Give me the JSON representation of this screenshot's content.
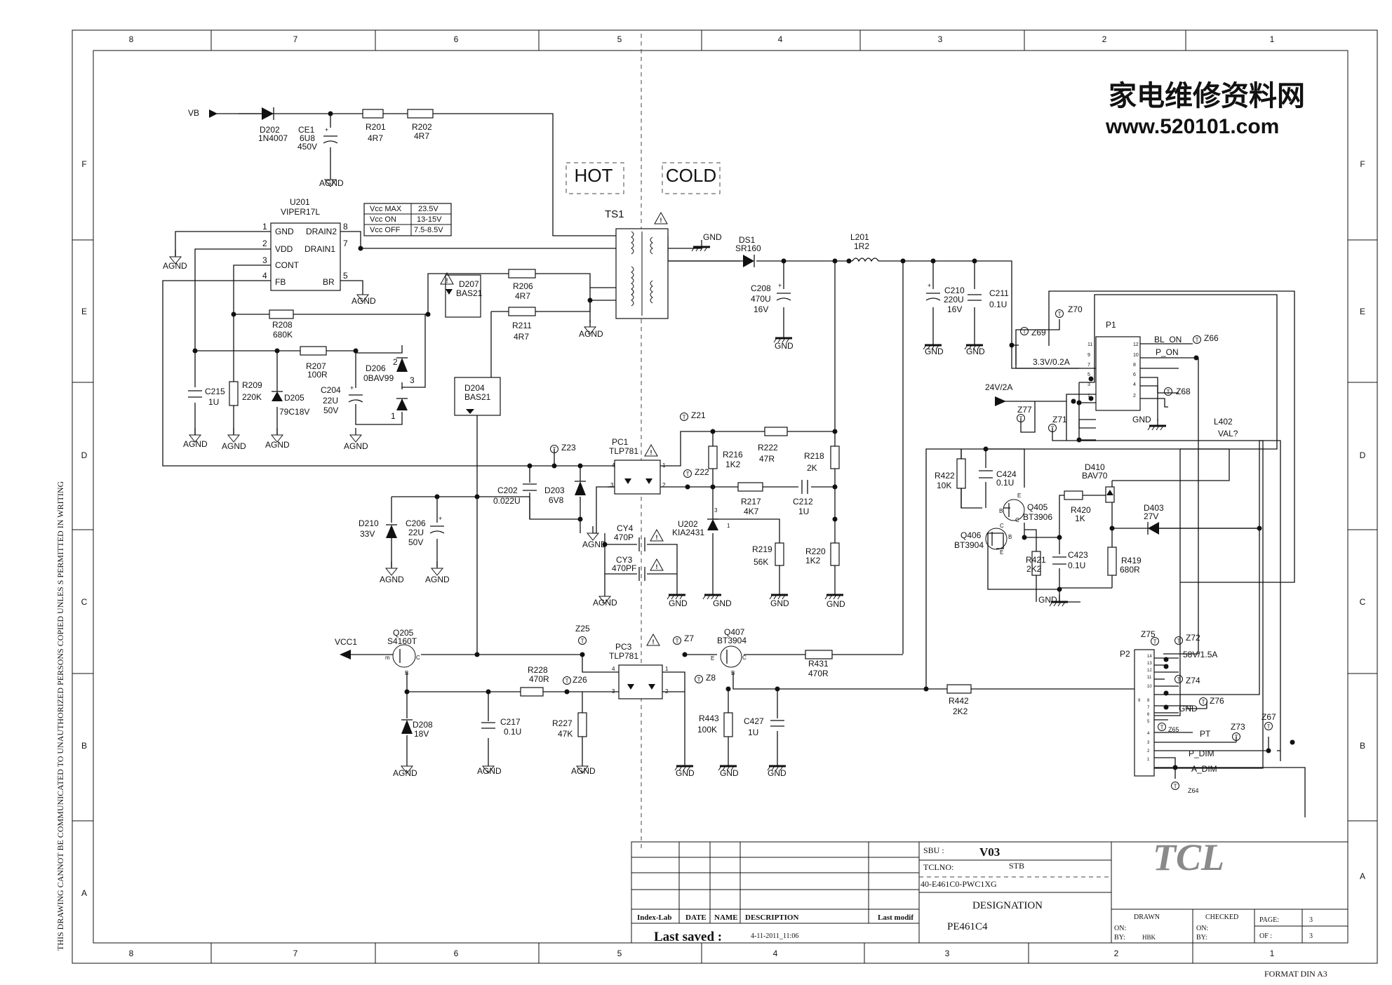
{
  "watermark": {
    "line1": "家电维修资料网",
    "line2": "www.520101.com"
  },
  "side_note": "THIS DRAWING CANNOT BE COMMUNICATED TO UNAUTHORIZED PERSONS COPIED UNLES S PERMITTED IN WRITING",
  "grid": {
    "columns": [
      "8",
      "7",
      "6",
      "5",
      "4",
      "3",
      "2",
      "1"
    ],
    "rows": [
      "F",
      "E",
      "D",
      "C",
      "B",
      "A"
    ]
  },
  "regions": {
    "hot": "HOT",
    "cold": "COLD"
  },
  "vcc_table": [
    {
      "label": "Vcc MAX",
      "value": "23.5V"
    },
    {
      "label": "Vcc  ON",
      "value": "13-15V"
    },
    {
      "label": "Vcc OFF",
      "value": "7.5-8.5V"
    }
  ],
  "ic": {
    "ref": "U201",
    "part": "VIPER17L",
    "pins_left": [
      {
        "num": "1",
        "name": "GND"
      },
      {
        "num": "2",
        "name": "VDD"
      },
      {
        "num": "3",
        "name": "CONT"
      },
      {
        "num": "4",
        "name": "FB"
      }
    ],
    "pins_right": [
      {
        "num": "8",
        "name": "DRAIN2"
      },
      {
        "num": "7",
        "name": "DRAIN1"
      },
      {
        "num": "5",
        "name": "BR"
      }
    ]
  },
  "labels": {
    "vb": "VB",
    "vcc1": "VCC1",
    "ts1": "TS1",
    "gnd": "GND",
    "agnd": "AGND",
    "d202": "D202",
    "d202v": "1N4007",
    "ce1": "CE1",
    "ce1a": "6U8",
    "ce1b": "450V",
    "r201": "R201",
    "r201v": "4R7",
    "r202": "R202",
    "r202v": "4R7",
    "ds1": "DS1",
    "ds1v": "SR160",
    "l201": "L201",
    "l201v": "1R2",
    "c208": "C208",
    "c208a": "470U",
    "c208b": "16V",
    "c210": "C210",
    "c210a": "220U",
    "c210b": "16V",
    "c211": "C211",
    "c211v": "0.1U",
    "d207": "D207",
    "d207v": "BAS21",
    "r206": "R206",
    "r206v": "4R7",
    "r211": "R211",
    "r211v": "4R7",
    "r208": "R208",
    "r208v": "680K",
    "r207": "R207",
    "r207v": "100R",
    "d206": "D206",
    "d206v": "0BAV99",
    "p2": "2",
    "p3": "3",
    "p1": "1",
    "c215": "C215",
    "c215v": "1U",
    "r209": "R209",
    "r209v": "220K",
    "d205": "D205",
    "d205v": "79C18V",
    "c204": "C204",
    "c204a": "22U",
    "c204b": "50V",
    "d204": "D204",
    "d204v": "BAS21",
    "z21": "Z21",
    "z22": "Z22",
    "z23": "Z23",
    "pc1": "PC1",
    "pc1v": "TLP781",
    "r216": "R216",
    "r216v": "1K2",
    "r222": "R222",
    "r222v": "47R",
    "r218": "R218",
    "r218v": "2K",
    "r217": "R217",
    "r217v": "4K7",
    "c212": "C212",
    "c212v": "1U",
    "c202": "C202",
    "c202v": "0.022U",
    "d203": "D203",
    "d203v": "6V8",
    "d210": "D210",
    "d210v": "33V",
    "c206": "C206",
    "c206a": "22U",
    "c206b": "50V",
    "u202": "U202",
    "u202v": "KIA2431",
    "r219": "R219",
    "r219v": "56K",
    "r220": "R220",
    "r220v": "1K2",
    "cy4": "CY4",
    "cy4v": "470P",
    "cy3": "CY3",
    "cy3v": "470PF",
    "q205": "Q205",
    "q205v": "S4160T",
    "z25": "Z25",
    "z26": "Z26",
    "z7": "Z7",
    "z8": "Z8",
    "pc3": "PC3",
    "pc3v": "TLP781",
    "q407": "Q407",
    "q407v": "BT3904",
    "r431": "R431",
    "r431v": "470R",
    "r228": "R228",
    "r228v": "470R",
    "d208": "D208",
    "d208v": "18V",
    "c217": "C217",
    "c217v": "0.1U",
    "r227": "R227",
    "r227v": "47K",
    "r443": "R443",
    "r443v": "100K",
    "c427": "C427",
    "c427v": "1U",
    "r442": "R442",
    "r442v": "2K2",
    "p1c": "P1",
    "z69": "Z69",
    "z70": "Z70",
    "z66": "Z66",
    "z68": "Z68",
    "z77": "Z77",
    "z71": "Z71",
    "bl_on": "BL_ON",
    "p_on": "P_ON",
    "v33": "3.3V/0.2A",
    "v24": "24V/2A",
    "l402": "L402",
    "l402v": "VAL?",
    "r422": "R422",
    "r422v": "10K",
    "c424": "C424",
    "c424v": "0.1U",
    "q405": "Q405",
    "q405v": "BT3906",
    "q406": "Q406",
    "q406v": "BT3904",
    "r421": "R421",
    "r421v": "2K2",
    "c423": "C423",
    "c423v": "0.1U",
    "d410": "D410",
    "d410v": "BAV70",
    "r420": "R420",
    "r420v": "1K",
    "d403": "D403",
    "d403v": "27V",
    "r419": "R419",
    "r419v": "680R",
    "p2c": "P2",
    "z75": "Z75",
    "z72": "Z72",
    "z74": "Z74",
    "z76": "Z76",
    "z65": "Z65",
    "z73": "Z73",
    "z67": "Z67",
    "z64": "Z64",
    "v58": "58V/1.5A",
    "pt": "PT",
    "p_dim": "P_DIM",
    "a_dim": "A_DIM",
    "pin_e": "E",
    "pin_b": "B",
    "pin_c": "C",
    "pin_m": "m",
    "pin4": "4",
    "pin1": "1",
    "pin3": "3",
    "pin2": "2",
    "u202p3": "3",
    "u202p1": "1"
  },
  "title_block": {
    "sbu_label": "SBU :",
    "sbu": "V03",
    "tclno_label": "TCLNO:",
    "tclno": "STB",
    "code": "40-E461C0-PWC1XG",
    "designation_label": "DESIGNATION",
    "designation": "PE461C4",
    "brand": "TCL",
    "index_lab": "Index-Lab",
    "date": "DATE",
    "name": "NAME",
    "description": "DESCRIPTION",
    "last_modif": "Last modif",
    "last_saved_label": "Last saved :",
    "last_saved": "4-11-2011_11:06",
    "drawn": "DRAWN",
    "checked": "CHECKED",
    "on": "ON:",
    "by": "BY:",
    "by_value": "HBK",
    "page_label": "PAGE:",
    "page": "3",
    "of_label": "OF :",
    "of": "3",
    "format": "FORMAT DIN A3"
  }
}
